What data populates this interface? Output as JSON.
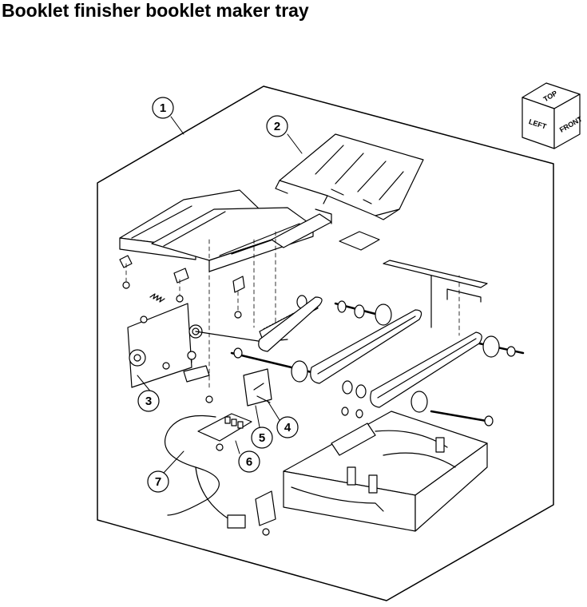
{
  "title": "Booklet finisher booklet maker tray",
  "callouts": {
    "c1": "1",
    "c2": "2",
    "c3": "3",
    "c4": "4",
    "c5": "5",
    "c6": "6",
    "c7": "7"
  },
  "orientation_cube": {
    "top": "TOP",
    "left": "LEFT",
    "front": "FRONT"
  },
  "colors": {
    "line": "#000000",
    "fill": "#ffffff",
    "shade": "#d9d9d9"
  }
}
